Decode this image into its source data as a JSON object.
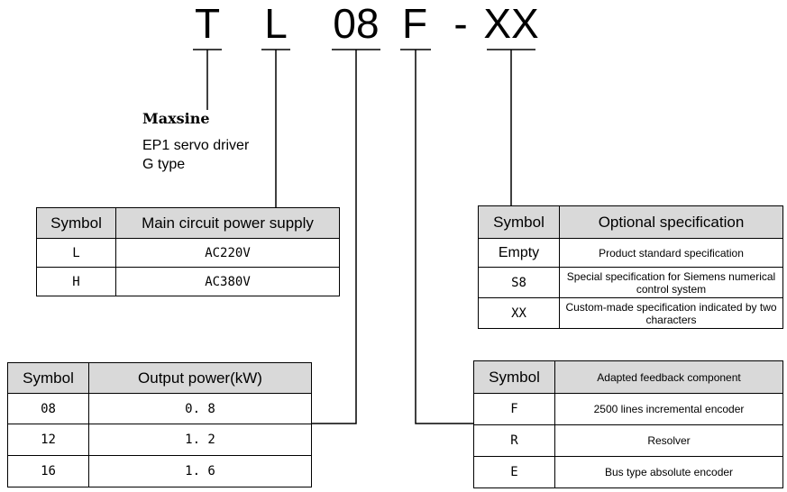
{
  "code_parts": [
    "T",
    "L",
    "08",
    "F",
    "-",
    "XX"
  ],
  "brand": "Maxsine",
  "product_lines": [
    "EP1  servo driver",
    "G type"
  ],
  "power_supply_table": {
    "headers": [
      "Symbol",
      "Main circuit power supply"
    ],
    "rows": [
      [
        "L",
        "AC220V"
      ],
      [
        "H",
        "AC380V"
      ]
    ]
  },
  "output_power_table": {
    "headers": [
      "Symbol",
      "Output power(kW)"
    ],
    "rows": [
      [
        "08",
        "0. 8"
      ],
      [
        "12",
        "1. 2"
      ],
      [
        "16",
        "1. 6"
      ]
    ]
  },
  "optional_spec_table": {
    "headers": [
      "Symbol",
      "Optional specification"
    ],
    "rows": [
      [
        "Empty",
        "Product standard specification"
      ],
      [
        "S8",
        "Special specification for Siemens numerical control system"
      ],
      [
        "XX",
        "Custom-made specification indicated by two characters"
      ]
    ]
  },
  "feedback_table": {
    "headers": [
      "Symbol",
      "Adapted feedback component"
    ],
    "rows": [
      [
        "F",
        "2500 lines incremental encoder"
      ],
      [
        "R",
        "Resolver"
      ],
      [
        "E",
        "Bus type absolute encoder"
      ]
    ]
  }
}
